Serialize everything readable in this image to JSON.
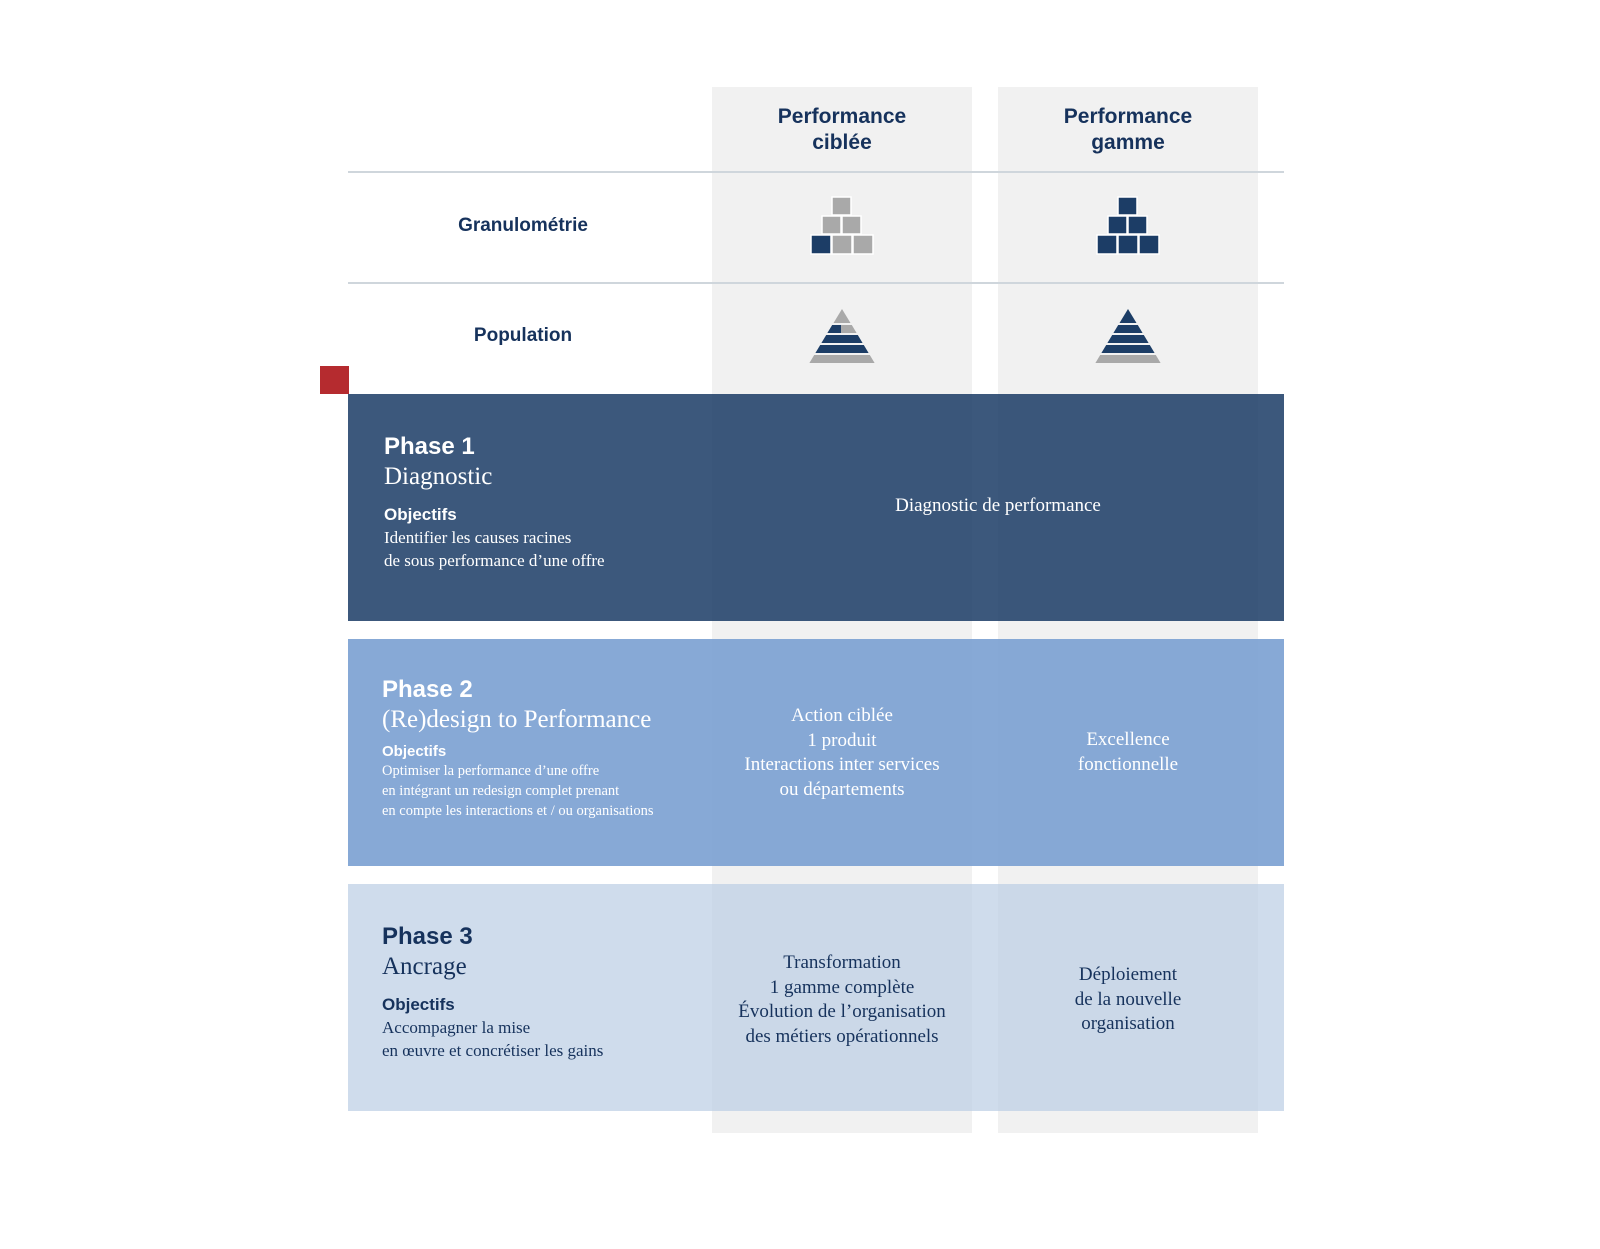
{
  "columns": [
    {
      "line1": "Performance",
      "line2": "ciblée"
    },
    {
      "line1": "Performance",
      "line2": "gamme"
    }
  ],
  "rows": [
    {
      "label": "Granulométrie"
    },
    {
      "label": "Population"
    }
  ],
  "phases": [
    {
      "title": "Phase 1",
      "subtitle": "Diagnostic",
      "objectives_label": "Objectifs",
      "objectives": "Identifier les causes racines\nde sous performance d’une offre",
      "cells": [
        "Diagnostic de performance"
      ]
    },
    {
      "title": "Phase 2",
      "subtitle": "(Re)design to Performance",
      "objectives_label": "Objectifs",
      "objectives": "Optimiser la performance d’une offre\nen intégrant un redesign complet prenant\nen compte les interactions et / ou organisations",
      "cells": [
        "Action ciblée\n1 produit\nInteractions inter services\nou départements",
        "Excellence\nfonctionnelle"
      ]
    },
    {
      "title": "Phase 3",
      "subtitle": "Ancrage",
      "objectives_label": "Objectifs",
      "objectives": "Accompagner la mise\nen œuvre et concrétiser les gains",
      "cells": [
        "Transformation\n1 gamme complète\nÉvolution de l’organisation\ndes métiers opérationnels",
        "Déploiement\nde la nouvelle\norganisation"
      ]
    }
  ],
  "icons": {
    "granulometrie_ciblee": "block-pyramid-icon",
    "granulometrie_gamme": "block-pyramid-icon",
    "population_ciblee": "layered-triangle-icon",
    "population_gamme": "layered-triangle-icon"
  },
  "colors": {
    "navy": "#1c3d66",
    "grey_block": "#a9a9a9",
    "phase1": "#1c3d66",
    "phase2": "#7aa0d2",
    "phase3": "#bccee4",
    "column_bg": "#f1f1f1",
    "accent_red": "#b52b2f"
  }
}
